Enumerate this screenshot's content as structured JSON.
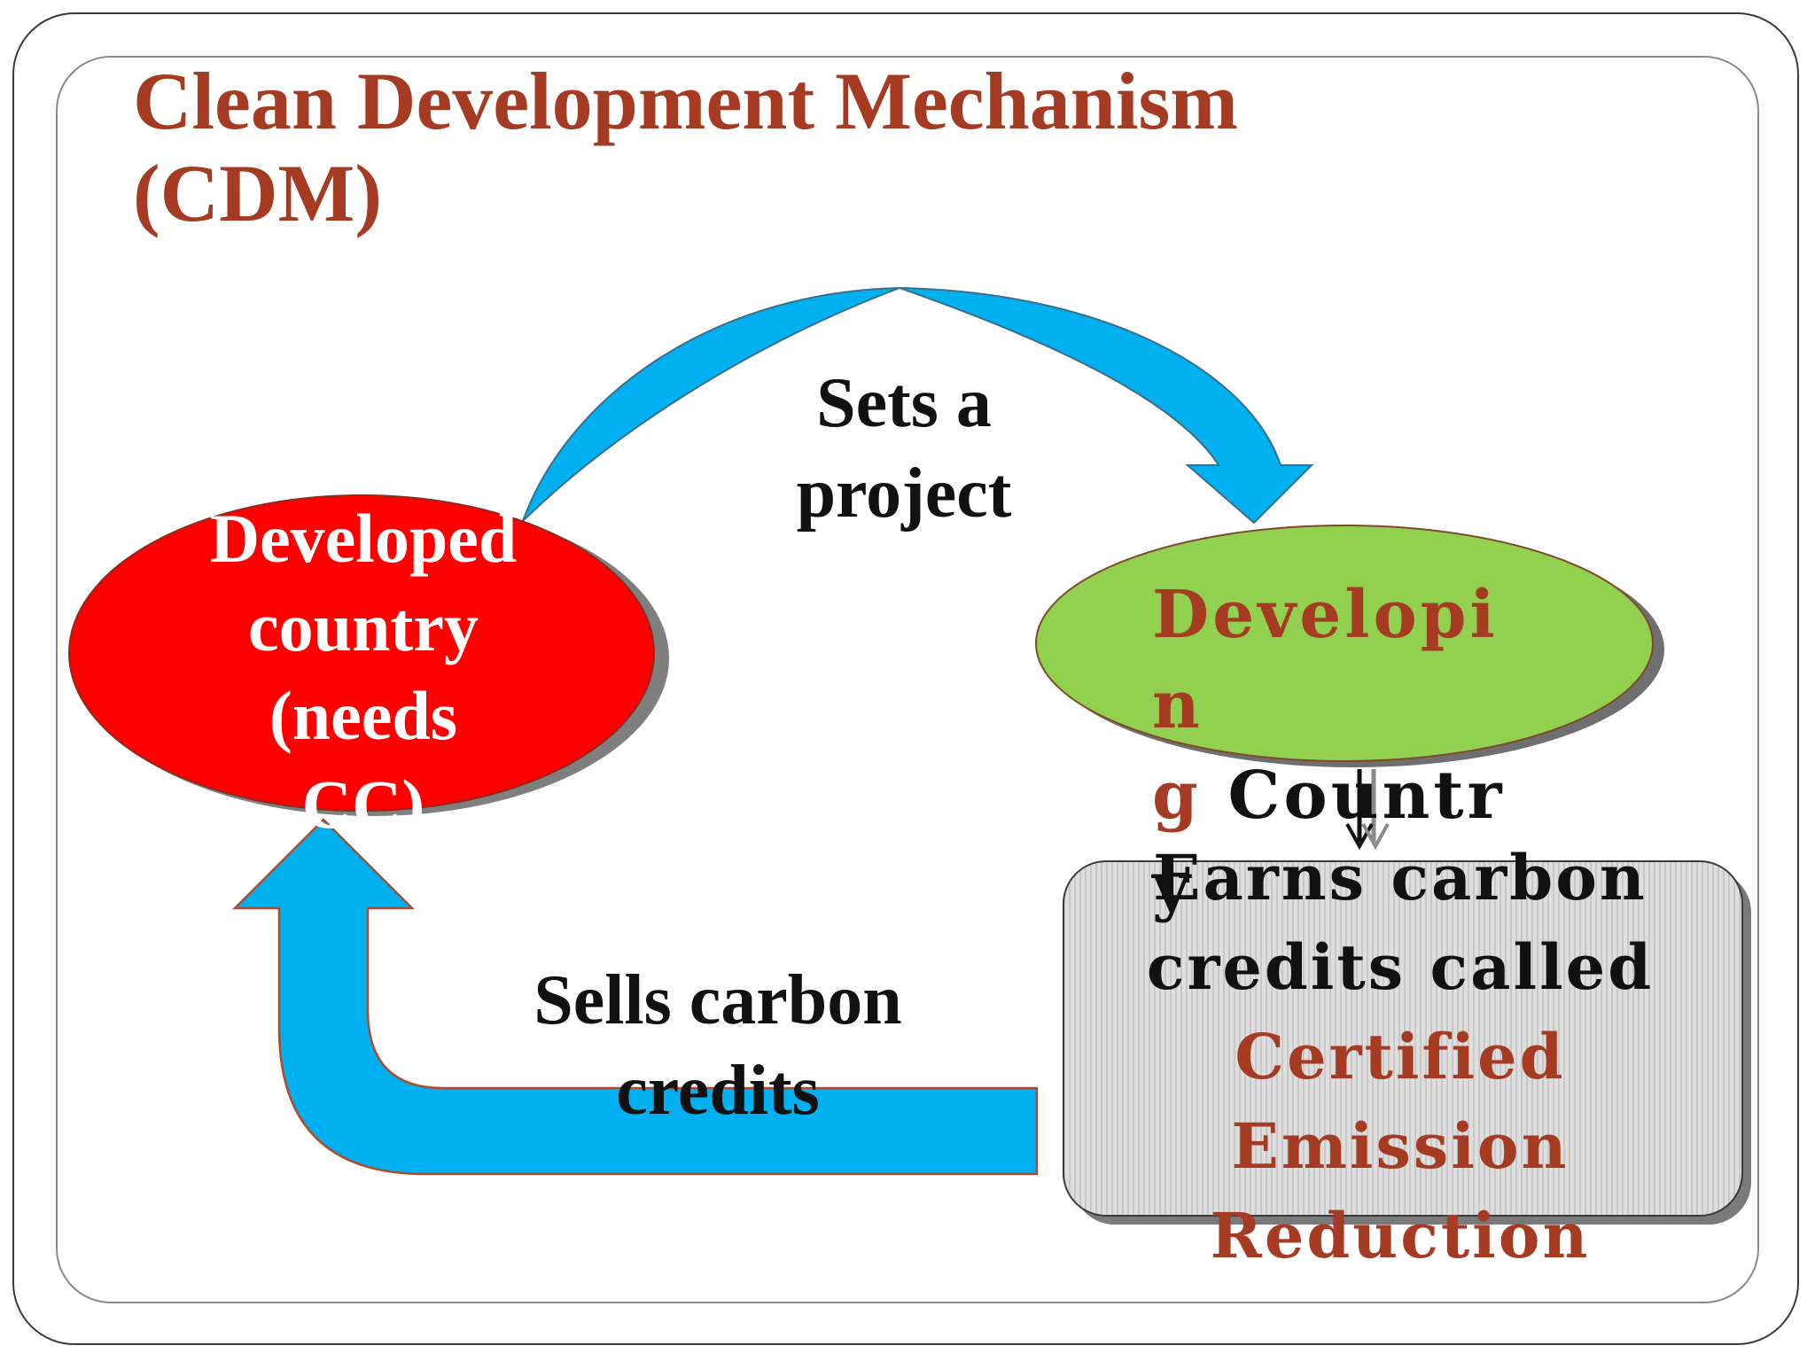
{
  "title": "Clean Development Mechanism\n(CDM)",
  "nodes": {
    "developed": {
      "lines": [
        "Developed",
        "country",
        "(needs",
        "CC)"
      ],
      "color": "#ff0000"
    },
    "developing": {
      "part1": "Developin",
      "part2": "g",
      "part3": " Country",
      "color": "#92d050"
    },
    "cer_box": {
      "lines": [
        "Earns carbon",
        "credits called"
      ],
      "highlight_lines": [
        "Certified",
        "Emission",
        "Reduction"
      ],
      "color": "#d9d9d9"
    }
  },
  "edges": {
    "sets_project": {
      "lines": [
        "Sets a",
        "project"
      ],
      "color": "#00b0f0"
    },
    "sells_credits": {
      "lines": [
        "Sells carbon",
        "credits"
      ],
      "color": "#00b0f0"
    }
  },
  "colors": {
    "title": "#a53b22",
    "highlight_text": "#a53b22",
    "arrow": "#00b0f0"
  }
}
